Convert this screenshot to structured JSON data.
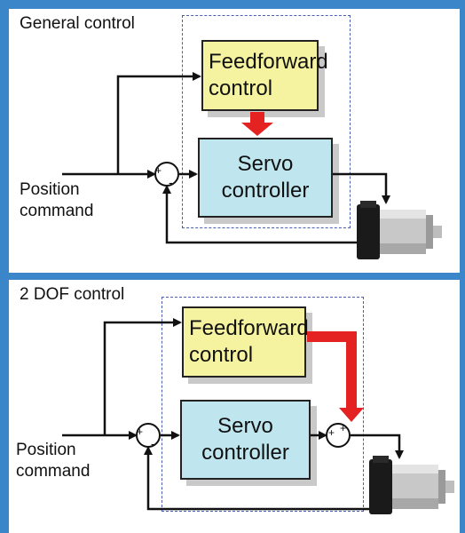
{
  "panels": {
    "general": {
      "title": "General control",
      "feedforward_label": "Feedforward control",
      "servo_label": "Servo controller",
      "input_label_line1": "Position",
      "input_label_line2": "command",
      "sum_signs": [
        "+",
        "-"
      ]
    },
    "two_dof": {
      "title": "2 DOF control",
      "feedforward_label": "Feedforward control",
      "servo_label": "Servo controller",
      "input_label_line1": "Position",
      "input_label_line2": "command",
      "sum1_signs": [
        "+",
        "-"
      ],
      "sum2_signs": [
        "+",
        "+"
      ]
    }
  },
  "colors": {
    "background_border": "#3a86c8",
    "feedforward_fill": "#f5f3a0",
    "servo_fill": "#bfe6ee",
    "feedforward_arrow": "#e52222",
    "dashed_boundary": "#4a5fb0",
    "wire": "#111111"
  },
  "icons": [
    "servo-motor-icon",
    "summing-junction-icon",
    "arrow-icon"
  ]
}
